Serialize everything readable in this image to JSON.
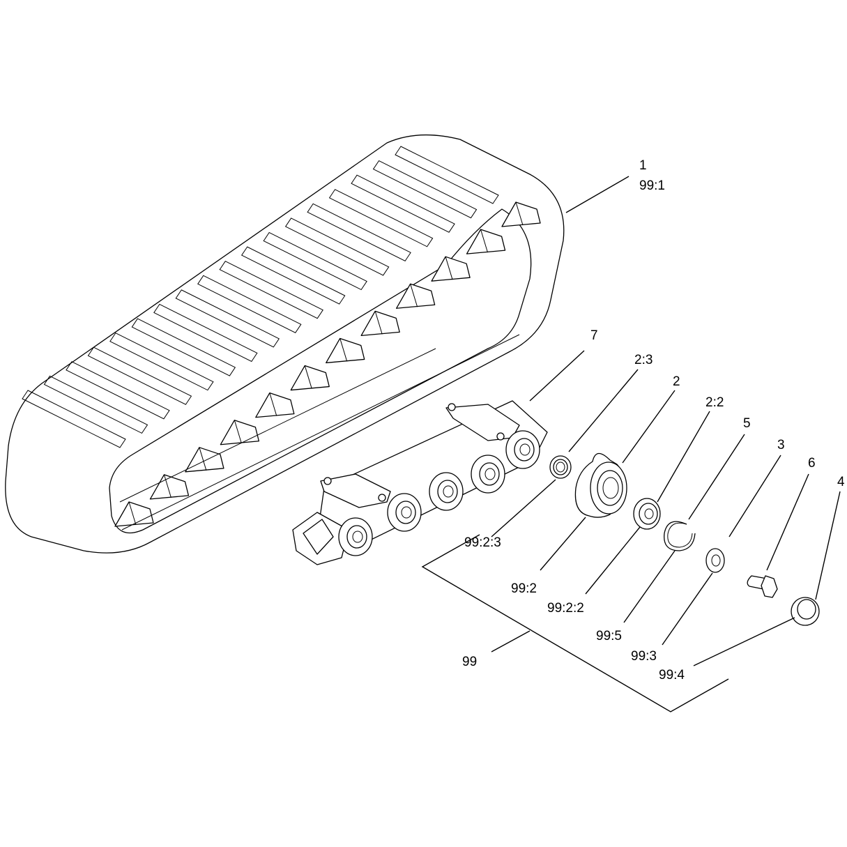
{
  "labels": {
    "l1": "1",
    "l99_1": "99:1",
    "l7": "7",
    "l2_3": "2:3",
    "l2": "2",
    "l2_2": "2:2",
    "l5": "5",
    "l3": "3",
    "l6": "6",
    "l4": "4",
    "l99_2_3": "99:2:3",
    "l99_2": "99:2",
    "l99_2_2": "99:2:2",
    "l99_5": "99:5",
    "l99_3": "99:3",
    "l99_4": "99:4",
    "l99": "99"
  }
}
